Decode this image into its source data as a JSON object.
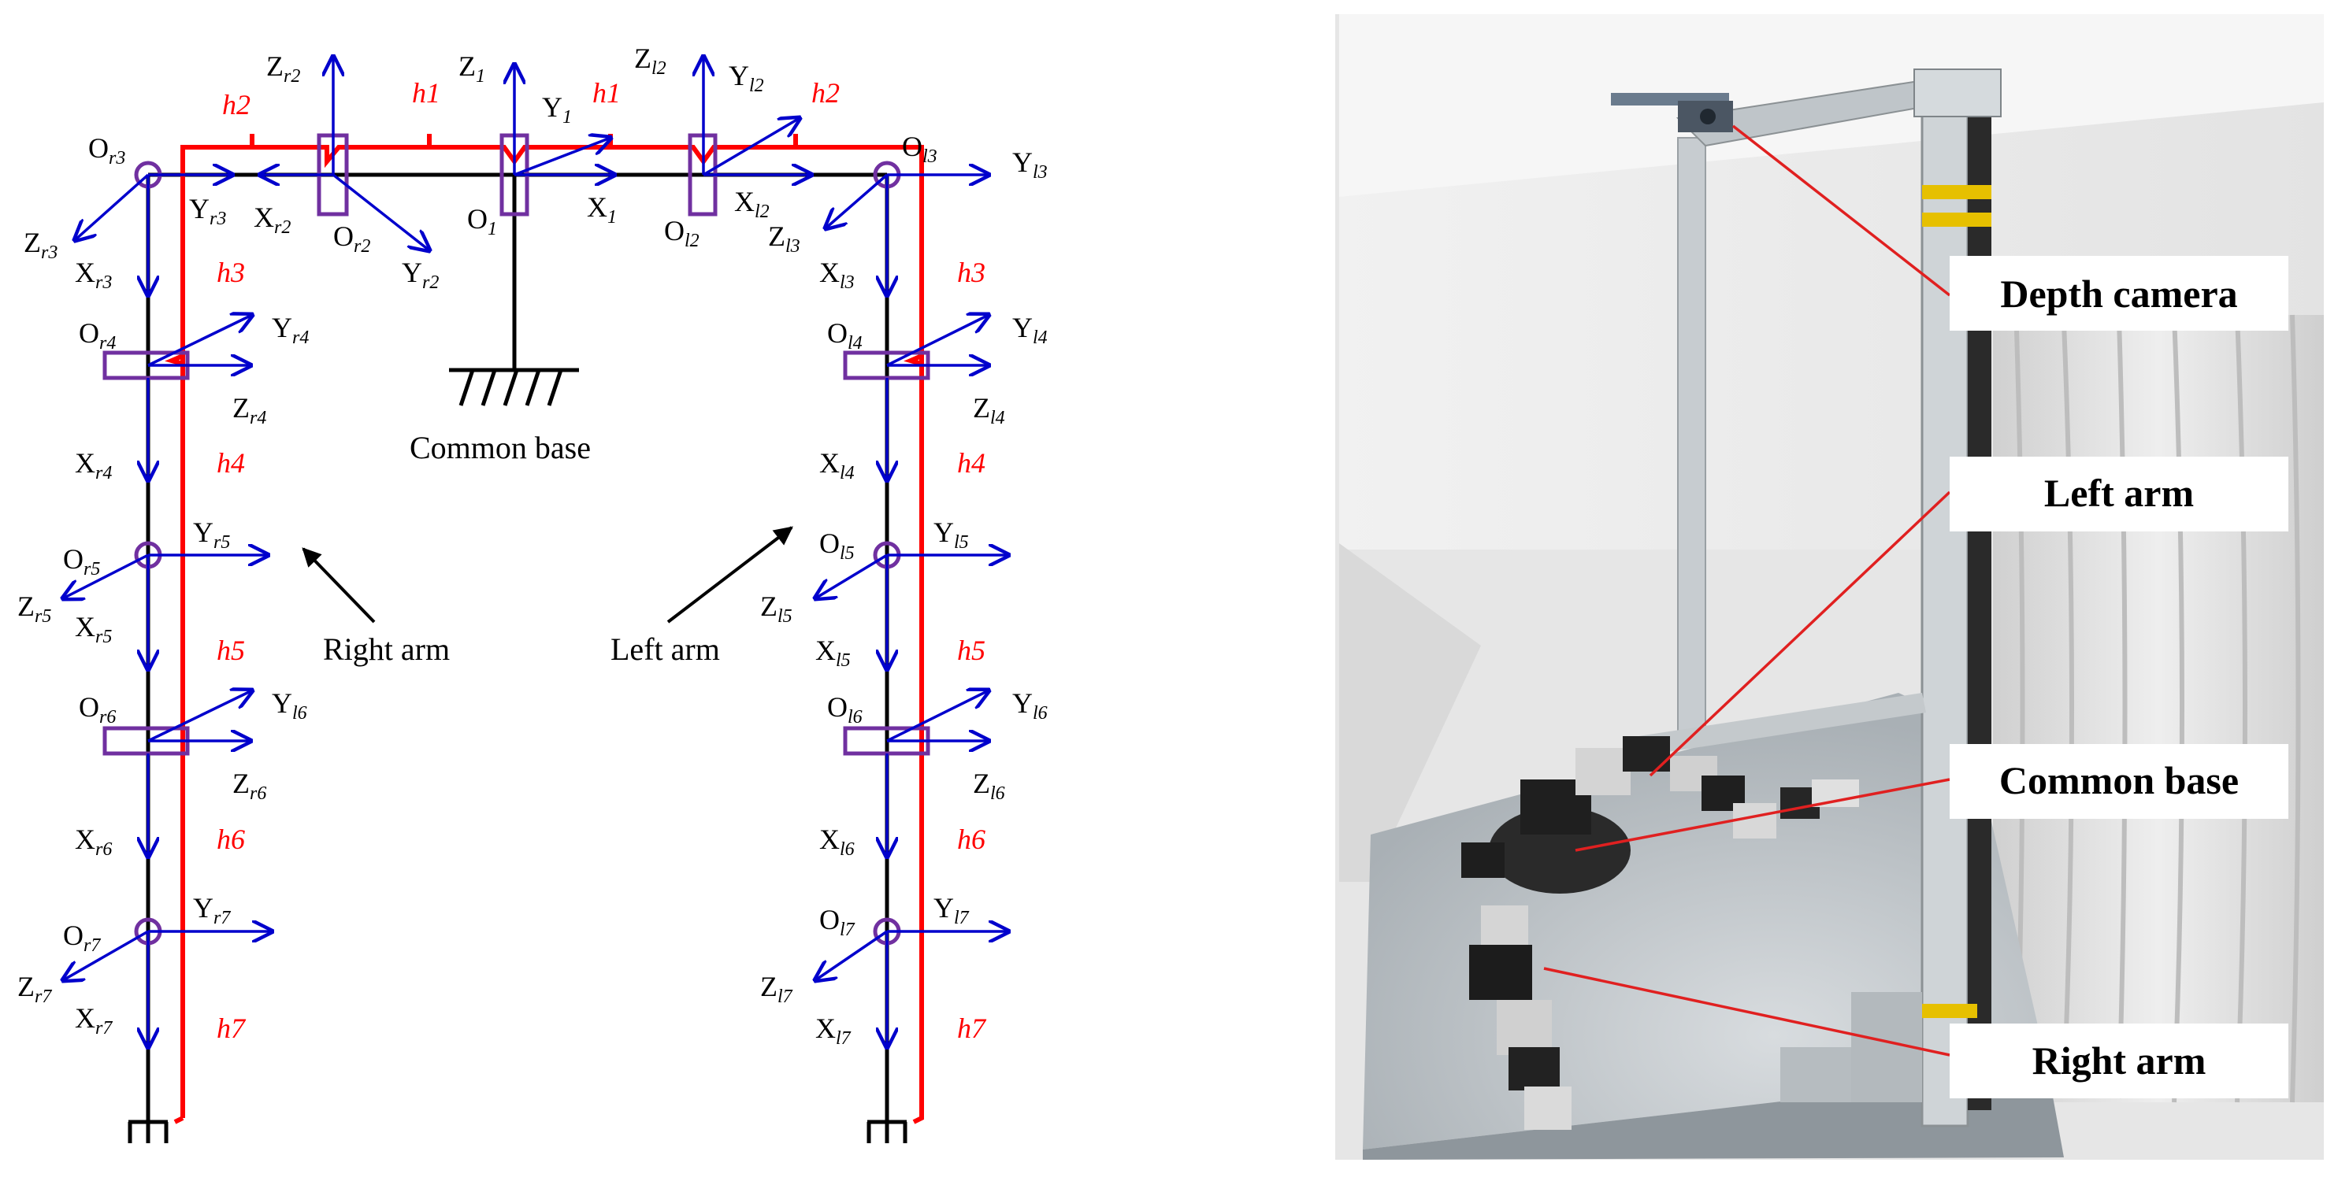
{
  "colors": {
    "chain": "#000000",
    "link_path": "#ff0000",
    "axis_arrow": "#0000cc",
    "joint_marker": "#7030a0",
    "annotation_line": "#e02020"
  },
  "center": {
    "z": "Z",
    "z_sub": "1",
    "y": "Y",
    "y_sub": "1",
    "x": "X",
    "x_sub": "1",
    "o": "O",
    "o_sub": "1"
  },
  "links": {
    "h1_left": "h1",
    "h1_right": "h1",
    "h2_left": "h2",
    "h2_right": "h2"
  },
  "right_top": {
    "zr2": "Z",
    "zr2_sub": "r2",
    "or2": "O",
    "or2_sub": "r2",
    "xr2": "X",
    "xr2_sub": "r2",
    "yr2": "Y",
    "yr2_sub": "r2",
    "or3": "O",
    "or3_sub": "r3",
    "yr3": "Y",
    "yr3_sub": "r3",
    "zr3": "Z",
    "zr3_sub": "r3"
  },
  "left_top": {
    "zl2": "Z",
    "zl2_sub": "l2",
    "yl2": "Y",
    "yl2_sub": "l2",
    "ol2": "O",
    "ol2_sub": "l2",
    "xl2": "X",
    "xl2_sub": "l2",
    "ol3": "O",
    "ol3_sub": "l3",
    "yl3": "Y",
    "yl3_sub": "l3",
    "zl3": "Z",
    "zl3_sub": "l3"
  },
  "right_arm": [
    {
      "x": "X",
      "x_sub": "r3",
      "h": "h3"
    },
    {
      "o": "O",
      "o_sub": "r4",
      "y": "Y",
      "y_sub": "r4",
      "z": "Z",
      "z_sub": "r4",
      "x": "X",
      "x_sub": "r4",
      "h": "h4"
    },
    {
      "o": "O",
      "o_sub": "r5",
      "y": "Y",
      "y_sub": "r5",
      "z": "Z",
      "z_sub": "r5",
      "x": "X",
      "x_sub": "r5",
      "h": "h5"
    },
    {
      "o": "O",
      "o_sub": "r6",
      "y": "Y",
      "y_sub": "l6",
      "z": "Z",
      "z_sub": "r6",
      "x": "X",
      "x_sub": "r6",
      "h": "h6"
    },
    {
      "o": "O",
      "o_sub": "r7",
      "y": "Y",
      "y_sub": "r7",
      "z": "Z",
      "z_sub": "r7",
      "x": "X",
      "x_sub": "r7",
      "h": "h7"
    }
  ],
  "left_arm": [
    {
      "x": "X",
      "x_sub": "l3",
      "h": "h3"
    },
    {
      "o": "O",
      "o_sub": "l4",
      "y": "Y",
      "y_sub": "l4",
      "z": "Z",
      "z_sub": "l4",
      "x": "X",
      "x_sub": "l4",
      "h": "h4"
    },
    {
      "o": "O",
      "o_sub": "l5",
      "y": "Y",
      "y_sub": "l5",
      "z": "Z",
      "z_sub": "l5",
      "x": "X",
      "x_sub": "l5",
      "h": "h5"
    },
    {
      "o": "O",
      "o_sub": "l6",
      "y": "Y",
      "y_sub": "l6",
      "z": "Z",
      "z_sub": "l6",
      "x": "X",
      "x_sub": "l6",
      "h": "h6"
    },
    {
      "o": "O",
      "o_sub": "l7",
      "y": "Y",
      "y_sub": "l7",
      "z": "Z",
      "z_sub": "l7",
      "x": "X",
      "x_sub": "l7",
      "h": "h7"
    }
  ],
  "captions": {
    "common_base": "Common base",
    "right_arm": "Right arm",
    "left_arm": "Left arm"
  },
  "photo": {
    "depth_camera": "Depth camera",
    "left_arm": "Left arm",
    "common_base": "Common base",
    "right_arm": "Right arm"
  }
}
